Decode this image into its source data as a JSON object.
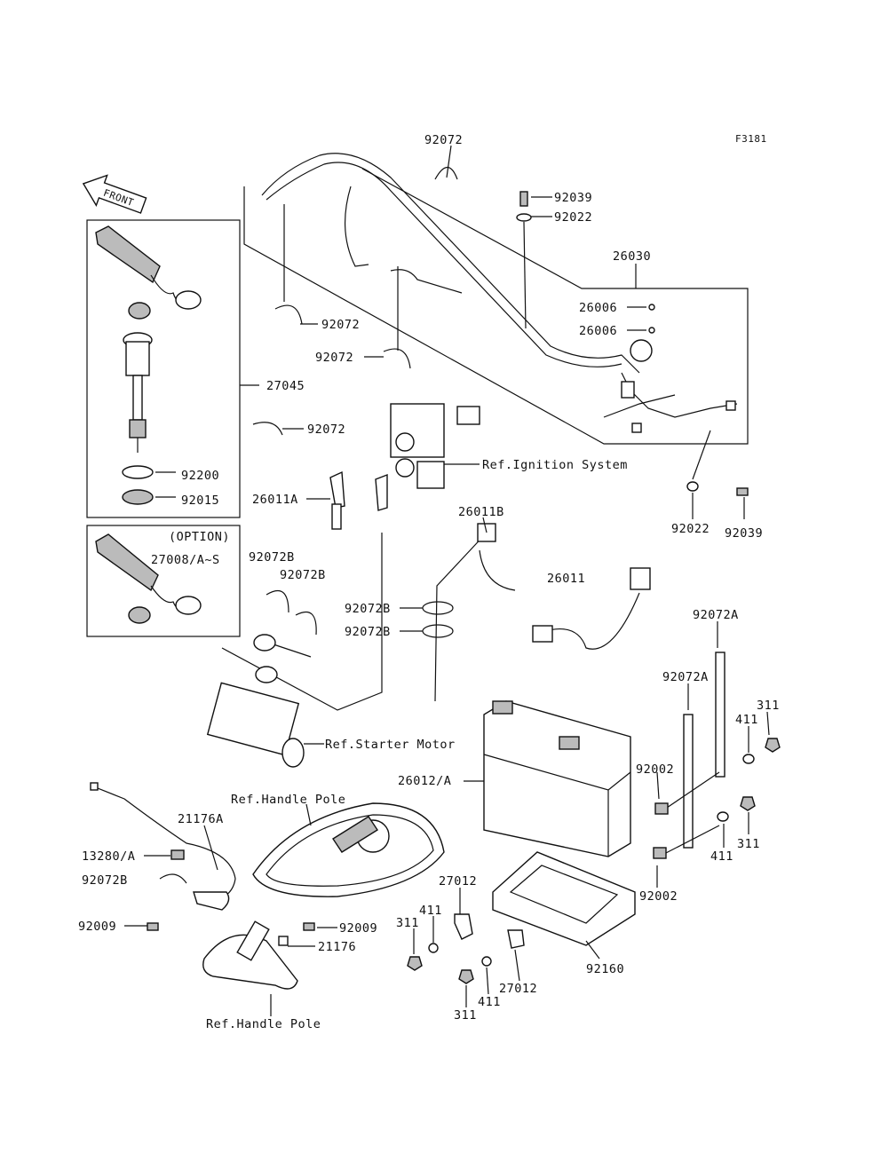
{
  "figure_code": "F3181",
  "front_marker": "FRONT",
  "option_box_title": "(OPTION)",
  "callouts": [
    {
      "id": "c1",
      "text": "92072"
    },
    {
      "id": "c2",
      "text": "92039"
    },
    {
      "id": "c3",
      "text": "92022"
    },
    {
      "id": "c4",
      "text": "26030"
    },
    {
      "id": "c5",
      "text": "26006"
    },
    {
      "id": "c6",
      "text": "26006"
    },
    {
      "id": "c7",
      "text": "92072"
    },
    {
      "id": "c8",
      "text": "92072"
    },
    {
      "id": "c9",
      "text": "27045"
    },
    {
      "id": "c10",
      "text": "92072"
    },
    {
      "id": "c11",
      "text": "Ref.Ignition System"
    },
    {
      "id": "c12",
      "text": "92200"
    },
    {
      "id": "c13",
      "text": "92015"
    },
    {
      "id": "c14",
      "text": "26011A"
    },
    {
      "id": "c15",
      "text": "92022"
    },
    {
      "id": "c16",
      "text": "92039"
    },
    {
      "id": "c17",
      "text": "26011B"
    },
    {
      "id": "c18",
      "text": "27008/A~S"
    },
    {
      "id": "c19",
      "text": "92072B"
    },
    {
      "id": "c20",
      "text": "92072B"
    },
    {
      "id": "c21",
      "text": "26011"
    },
    {
      "id": "c22",
      "text": "92072B"
    },
    {
      "id": "c23",
      "text": "92072B"
    },
    {
      "id": "c24",
      "text": "92072A"
    },
    {
      "id": "c25",
      "text": "92072A"
    },
    {
      "id": "c26",
      "text": "311"
    },
    {
      "id": "c27",
      "text": "411"
    },
    {
      "id": "c28",
      "text": "Ref.Starter Motor"
    },
    {
      "id": "c29",
      "text": "92002"
    },
    {
      "id": "c30",
      "text": "26012/A"
    },
    {
      "id": "c31",
      "text": "Ref.Handle Pole"
    },
    {
      "id": "c32",
      "text": "21176A"
    },
    {
      "id": "c33",
      "text": "311"
    },
    {
      "id": "c34",
      "text": "411"
    },
    {
      "id": "c35",
      "text": "13280/A"
    },
    {
      "id": "c36",
      "text": "92072B"
    },
    {
      "id": "c37",
      "text": "92002"
    },
    {
      "id": "c38",
      "text": "27012"
    },
    {
      "id": "c39",
      "text": "411"
    },
    {
      "id": "c40",
      "text": "92009"
    },
    {
      "id": "c41",
      "text": "311"
    },
    {
      "id": "c42",
      "text": "92009"
    },
    {
      "id": "c43",
      "text": "21176"
    },
    {
      "id": "c44",
      "text": "92160"
    },
    {
      "id": "c45",
      "text": "311"
    },
    {
      "id": "c46",
      "text": "411"
    },
    {
      "id": "c47",
      "text": "27012"
    },
    {
      "id": "c48",
      "text": "Ref.Handle Pole"
    }
  ]
}
